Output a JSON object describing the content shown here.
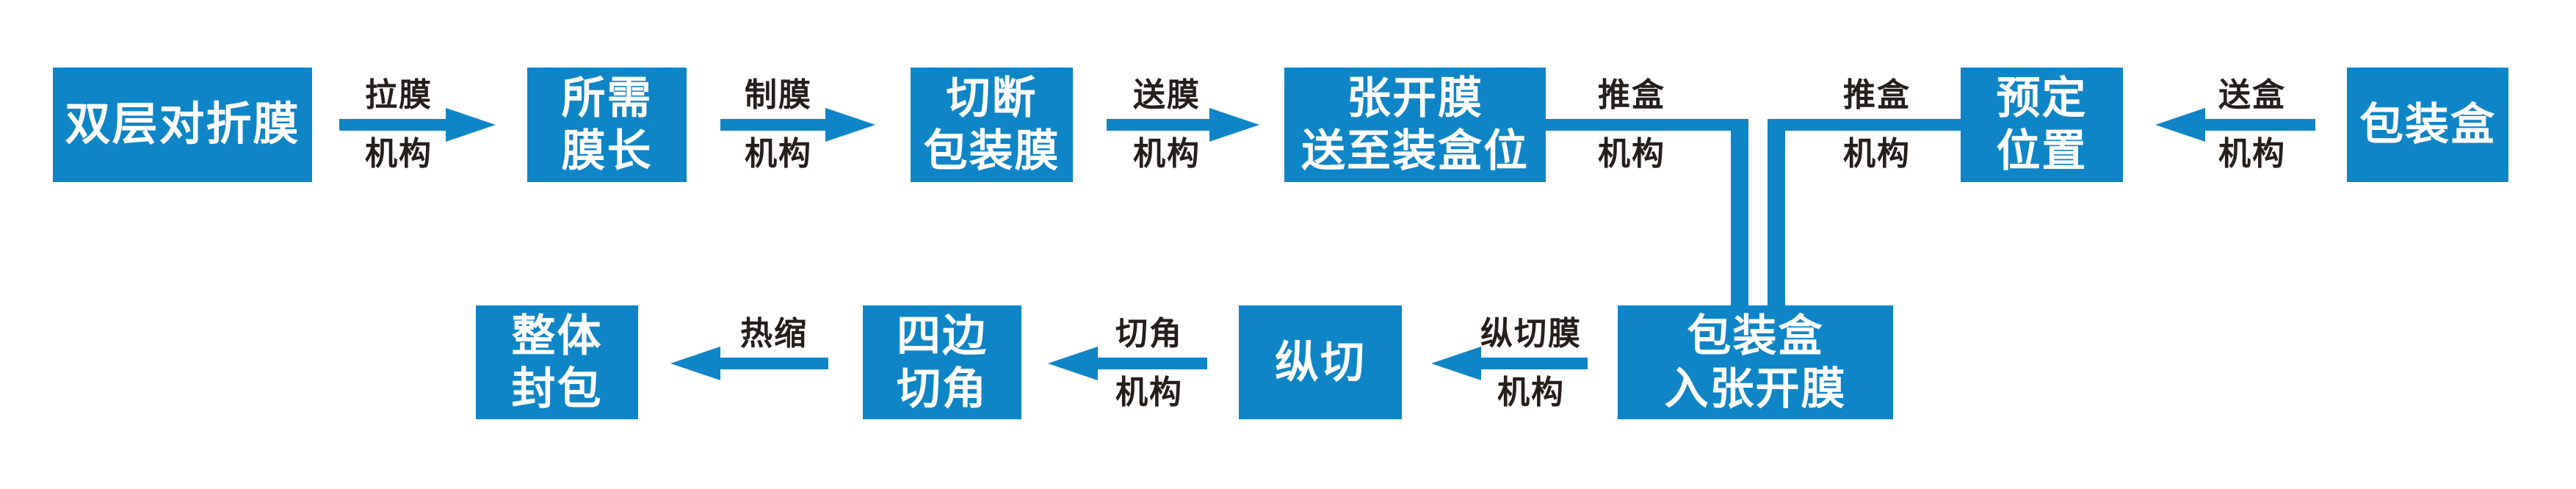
{
  "colors": {
    "box_blue": "#0e85c7",
    "label_dark": "#251e1b",
    "box_text": "#ffffff",
    "background": "#ffffff"
  },
  "flow": {
    "top_row": {
      "boxes": [
        {
          "id": "double-layer-folded-film",
          "label": "双层对折膜"
        },
        {
          "id": "required-film-length",
          "label": "所需\n膜长"
        },
        {
          "id": "cut-packaging-film",
          "label": "切断\n包装膜"
        },
        {
          "id": "open-film-send-to-boxing-position",
          "label": "张开膜\n送至装盒位"
        },
        {
          "id": "preset-position",
          "label": "预定\n位置"
        },
        {
          "id": "packaging-box",
          "label": "包装盒"
        }
      ],
      "connectors": [
        {
          "id": "pull-film-mechanism",
          "label_top": "拉膜",
          "label_bottom": "机构"
        },
        {
          "id": "film-making-mechanism",
          "label_top": "制膜",
          "label_bottom": "机构"
        },
        {
          "id": "film-feeding-mechanism",
          "label_top": "送膜",
          "label_bottom": "机构"
        },
        {
          "id": "box-pushing-mechanism-left",
          "label_top": "推盒",
          "label_bottom": "机构"
        },
        {
          "id": "box-pushing-mechanism-right",
          "label_top": "推盒",
          "label_bottom": "机构"
        },
        {
          "id": "box-feeding-mechanism",
          "label_top": "送盒",
          "label_bottom": "机构"
        }
      ]
    },
    "bottom_row": {
      "boxes": [
        {
          "id": "overall-sealing",
          "label": "整体\n封包"
        },
        {
          "id": "four-side-corner-cutting",
          "label": "四边\n切角"
        },
        {
          "id": "longitudinal-cutting",
          "label": "纵切"
        },
        {
          "id": "box-enters-opened-film",
          "label": "包装盒\n入张开膜"
        }
      ],
      "connectors": [
        {
          "id": "heat-shrink",
          "label_top": "热缩",
          "label_bottom": ""
        },
        {
          "id": "corner-cutting-mechanism",
          "label_top": "切角",
          "label_bottom": "机构"
        },
        {
          "id": "longitudinal-film-cutting-mechanism",
          "label_top": "纵切膜",
          "label_bottom": "机构"
        }
      ]
    }
  }
}
